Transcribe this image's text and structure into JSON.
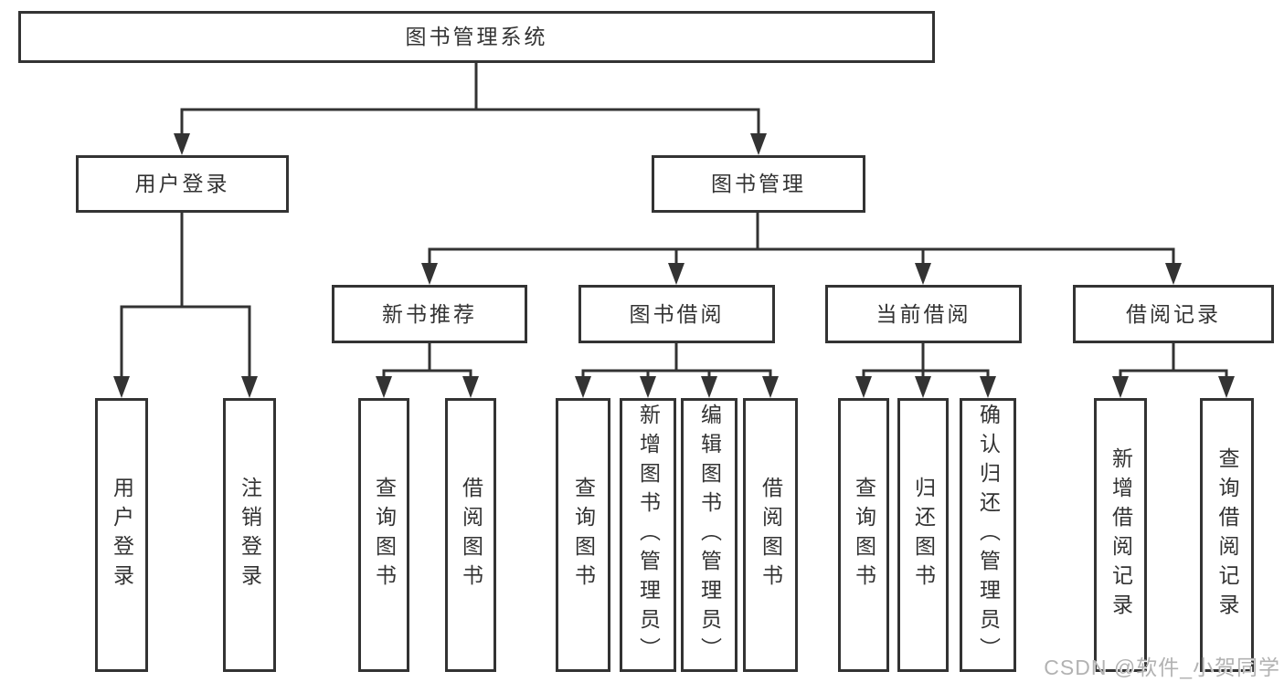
{
  "diagram": {
    "root": {
      "label": "图书管理系统"
    },
    "branches": [
      {
        "label": "用户登录",
        "children": [
          {
            "label": "用户登录"
          },
          {
            "label": "注销登录"
          }
        ]
      },
      {
        "label": "图书管理",
        "children": [
          {
            "label": "新书推荐",
            "children": [
              {
                "label": "查询图书"
              },
              {
                "label": "借阅图书"
              }
            ]
          },
          {
            "label": "图书借阅",
            "children": [
              {
                "label": "查询图书"
              },
              {
                "label": "新增图书（管理员）"
              },
              {
                "label": "编辑图书（管理员）"
              },
              {
                "label": "借阅图书"
              }
            ]
          },
          {
            "label": "当前借阅",
            "children": [
              {
                "label": "查询图书"
              },
              {
                "label": "归还图书"
              },
              {
                "label": "确认归还（管理员）"
              }
            ]
          },
          {
            "label": "借阅记录",
            "children": [
              {
                "label": "新增借阅记录"
              },
              {
                "label": "查询借阅记录"
              }
            ]
          }
        ]
      }
    ],
    "colors": {
      "line": "#333333",
      "text": "#333333",
      "watermark": "#b2b2b2",
      "background": "#ffffff"
    },
    "watermark": {
      "text": "CSDN @软件_小贺同学"
    }
  }
}
